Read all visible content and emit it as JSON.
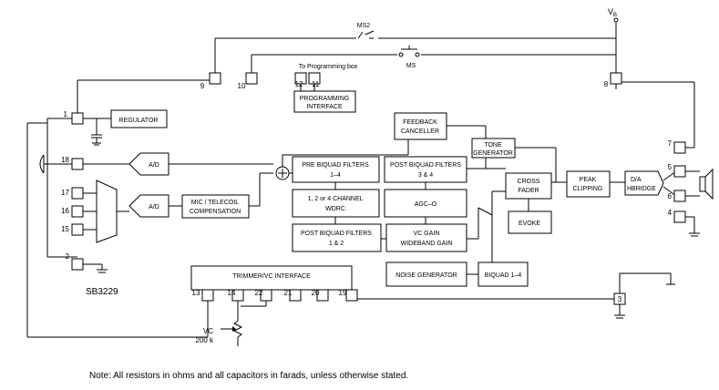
{
  "chip_name": "SB3229",
  "supply_label": "V",
  "supply_subscript": "B",
  "switches": {
    "ms2": "MS2",
    "ms": "MS"
  },
  "to_programming_box": "To Programming box",
  "pins": {
    "p1": "1",
    "p2": "2",
    "p3": "3",
    "p4": "4",
    "p5": "5",
    "p6": "6",
    "p7": "7",
    "p8": "8",
    "p9": "9",
    "p10": "10",
    "p11": "11",
    "p12": "12",
    "p13": "13",
    "p14": "14",
    "p15": "15",
    "p16": "16",
    "p17": "17",
    "p18": "18",
    "p19": "19",
    "p20": "20",
    "p21": "21",
    "p22": "22"
  },
  "blocks": {
    "regulator": "REGULATOR",
    "programming_interface": [
      "PROGRAMMING",
      "INTERFACE"
    ],
    "feedback_canceller": [
      "FEEDBACK",
      "CANCELLER"
    ],
    "tone_generator": [
      "TONE",
      "GENERATOR"
    ],
    "ad_top": "A/D",
    "ad_bottom": "A/D",
    "mic_telecoil": [
      "MIC / TELECOIL",
      "COMPENSATION"
    ],
    "pre_biquad": [
      "PRE BIQUAD FILTERS",
      "1–4"
    ],
    "post_biquad_34": [
      "POST BIQUAD FILTERS",
      "3 & 4"
    ],
    "wdrc": [
      "1, 2 or 4 CHANNEL",
      "WDRC"
    ],
    "agc_o": "AGC–O",
    "post_biquad_12": [
      "POST BIQUAD FILTERS",
      "1 & 2"
    ],
    "vc_gain": [
      "VC GAIN",
      "WIDEBAND GAIN"
    ],
    "cross_fader": [
      "CROSS",
      "FADER"
    ],
    "evoke": "EVOKE",
    "peak_clipping": [
      "PEAK",
      "CLIPPING"
    ],
    "da_hbridge": [
      "D/A",
      "HBRIDGE"
    ],
    "noise_generator": "NOISE GENERATOR",
    "biquad_14": "BIQUAD 1–4",
    "trimmer_vc": "TRIMMER/VC INTERFACE"
  },
  "vc_label": [
    "VC",
    "200 k"
  ],
  "note": "Note: All resistors in ohms and all capacitors in farads, unless otherwise stated."
}
